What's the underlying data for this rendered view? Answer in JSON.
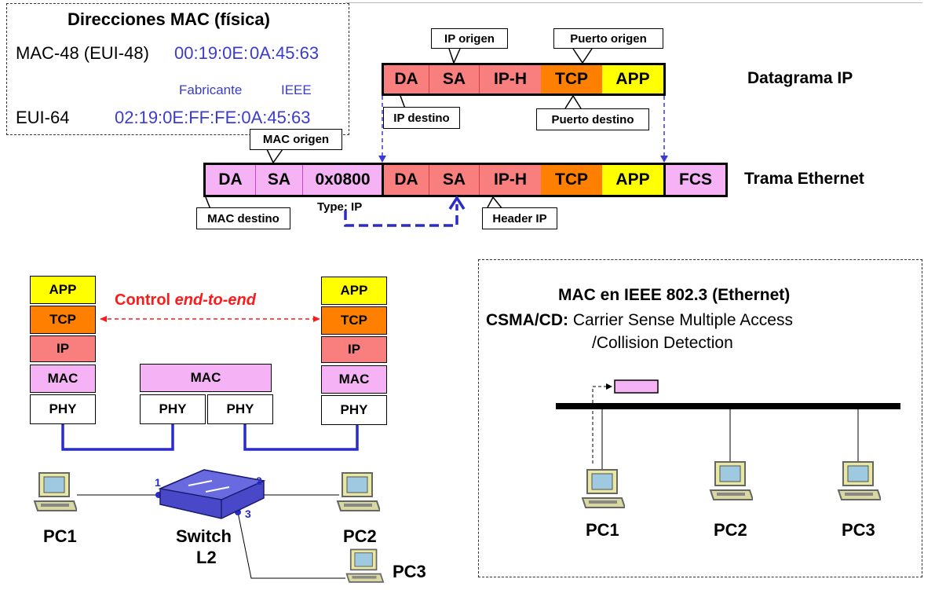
{
  "mac_box": {
    "title": "Direcciones MAC (física)",
    "mac48_label": "MAC-48 (EUI-48)",
    "mac48_part1": "00:19:0E",
    "mac48_sep": ":",
    "mac48_part2": "0A:45:63",
    "vendor_label": "Fabricante",
    "ieee_label": "IEEE",
    "eui64_label": "EUI-64",
    "eui64_value": "02:19:0E:FF:FE:0A:45:63"
  },
  "datagram": {
    "label": "Datagrama IP",
    "fields": [
      "DA",
      "SA",
      "IP-H",
      "TCP",
      "APP"
    ],
    "callouts": {
      "ip_origen": "IP origen",
      "puerto_origen": "Puerto origen",
      "ip_destino": "IP destino",
      "puerto_destino": "Puerto destino"
    }
  },
  "frame": {
    "label": "Trama Ethernet",
    "fields": [
      "DA",
      "SA",
      "0x0800",
      "DA",
      "SA",
      "IP-H",
      "TCP",
      "APP",
      "FCS"
    ],
    "callouts": {
      "mac_origen": "MAC origen",
      "mac_destino": "MAC destino",
      "type": "Type: IP",
      "header_ip": "Header IP"
    }
  },
  "stack_diagram": {
    "left": [
      "APP",
      "TCP",
      "IP",
      "MAC",
      "PHY"
    ],
    "right": [
      "APP",
      "TCP",
      "IP",
      "MAC",
      "PHY"
    ],
    "switch_mac": "MAC",
    "switch_phy": [
      "PHY",
      "PHY"
    ],
    "control_prefix": "Control ",
    "control_em": "end-to-end",
    "ports": [
      "1",
      "2",
      "3"
    ],
    "labels": {
      "pc1": "PC1",
      "pc2": "PC2",
      "pc3": "PC3",
      "switch1": "Switch",
      "switch2": "L2"
    }
  },
  "csma": {
    "title": "MAC en IEEE 802.3 (Ethernet)",
    "line1_bold": "CSMA/CD:",
    "line1": "Carrier Sense Multiple Access",
    "line2": "/Collision Detection",
    "labels": [
      "PC1",
      "PC2",
      "PC3"
    ]
  },
  "colors": {
    "red_field": "#f97f7f",
    "pink_field": "#f5b3f5",
    "orange_field": "#ff8000",
    "yellow_field": "#ffff00",
    "blue_text": "#3b3bd0",
    "link_blue": "#2b2bc8",
    "control_red": "#ff1a1a"
  }
}
